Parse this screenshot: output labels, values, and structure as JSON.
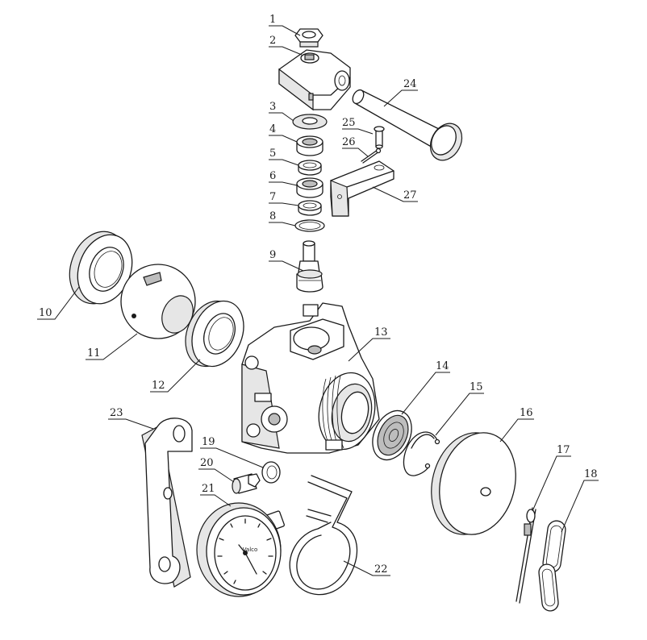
{
  "diagram": {
    "callouts": [
      "1",
      "2",
      "3",
      "4",
      "5",
      "6",
      "7",
      "8",
      "9",
      "10",
      "11",
      "12",
      "13",
      "14",
      "15",
      "16",
      "17",
      "18",
      "19",
      "20",
      "21",
      "22",
      "23",
      "24",
      "25",
      "26",
      "27"
    ],
    "gauge_brand": "Valco"
  }
}
